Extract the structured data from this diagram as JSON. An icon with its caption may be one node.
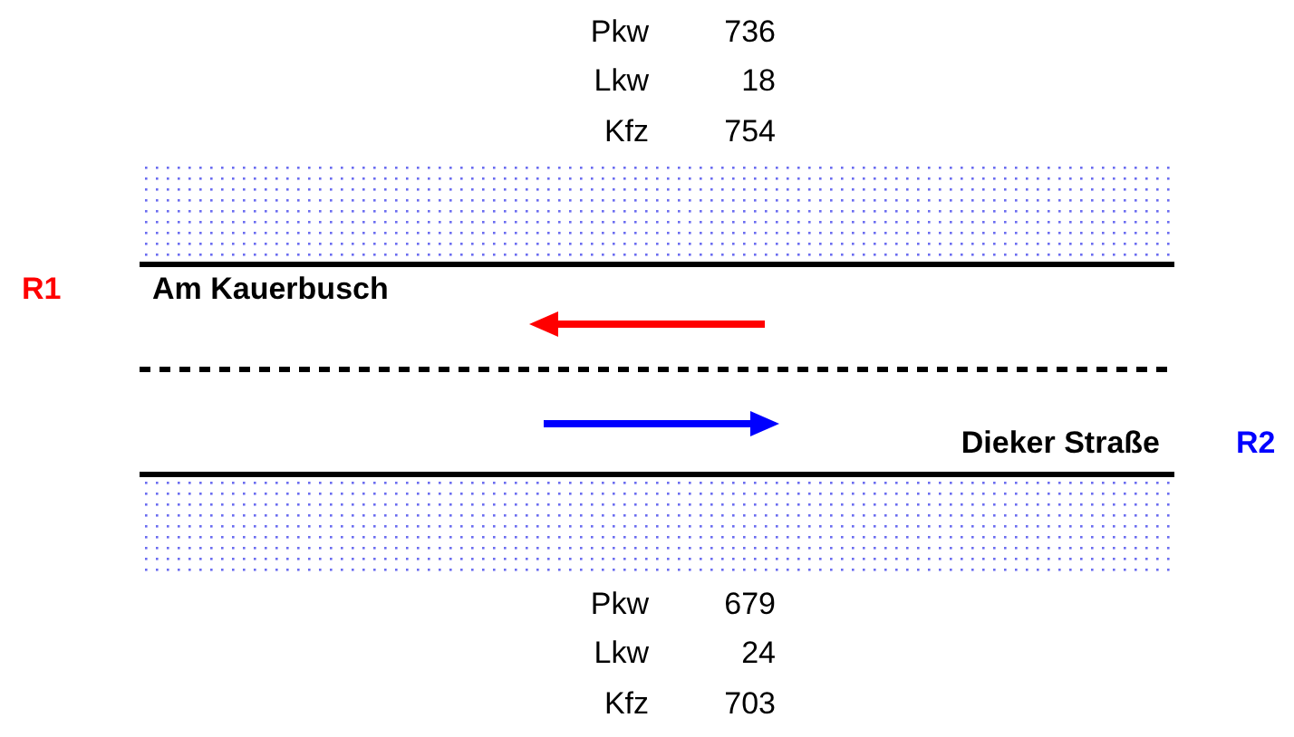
{
  "diagram": {
    "labels": [
      "Pkw",
      "736",
      "Lkw",
      "18",
      "Kfz",
      "754",
      "R1",
      "Am Kauerbusch",
      "Dieker Straße",
      "R2",
      "Pkw",
      "679",
      "Lkw",
      "24",
      "Kfz",
      "703"
    ]
  }
}
